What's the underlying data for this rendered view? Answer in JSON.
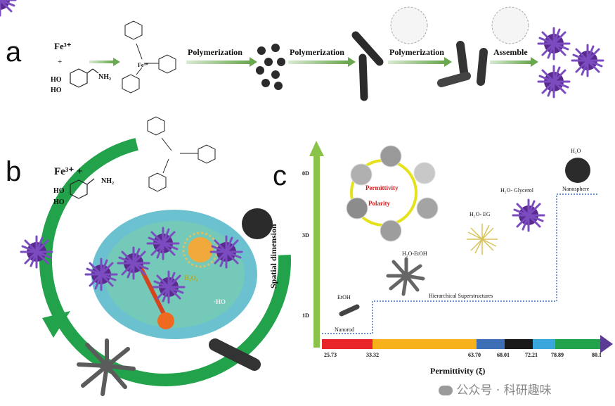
{
  "panels": {
    "a": "a",
    "b": "b",
    "c": "c"
  },
  "panel_a": {
    "fe_label": "Fe³⁺",
    "plus": "+",
    "nh2": "NH₂",
    "ho1": "HO",
    "ho2": "HO",
    "complex_fe": "Fe³⁺",
    "steps": [
      "Polymerization",
      "Polymerization",
      "Polymerization",
      "Assemble"
    ]
  },
  "panel_b": {
    "fe_label": "Fe³⁺ +",
    "nh2": "NH₂",
    "ho1": "HO",
    "ho2": "HO",
    "h2o2": "H₂O₂",
    "oh_radical": "·HO"
  },
  "panel_c": {
    "y_axis_label": "Spatial dimension",
    "x_axis_label": "Permittivity (ξ)",
    "y_ticks": [
      "0D",
      "3D",
      "1D"
    ],
    "x_ticks": [
      "25.73",
      "33.32",
      "63.70",
      "68.01",
      "72.21",
      "78.89",
      "80.1"
    ],
    "permittivity_label": "Permittivity",
    "polarity_label": "Polarity",
    "solvents": [
      "EtOH",
      "H₂O-EtOH",
      "H₂O- EG",
      "H₂O- Glycerol",
      "H₂O"
    ],
    "shape_labels": [
      "Nanorod",
      "Hierarchical Superstructures",
      "Nanosphere"
    ],
    "colors": [
      "#e8262a",
      "#f7b21b",
      "#3c6fb5",
      "#1a1a1a",
      "#e8262a",
      "#3aa7dc",
      "#22a24a",
      "#5a3c94"
    ]
  },
  "watermark": {
    "prefix": "公众号",
    "dot": "·",
    "name": "科研趣味"
  }
}
